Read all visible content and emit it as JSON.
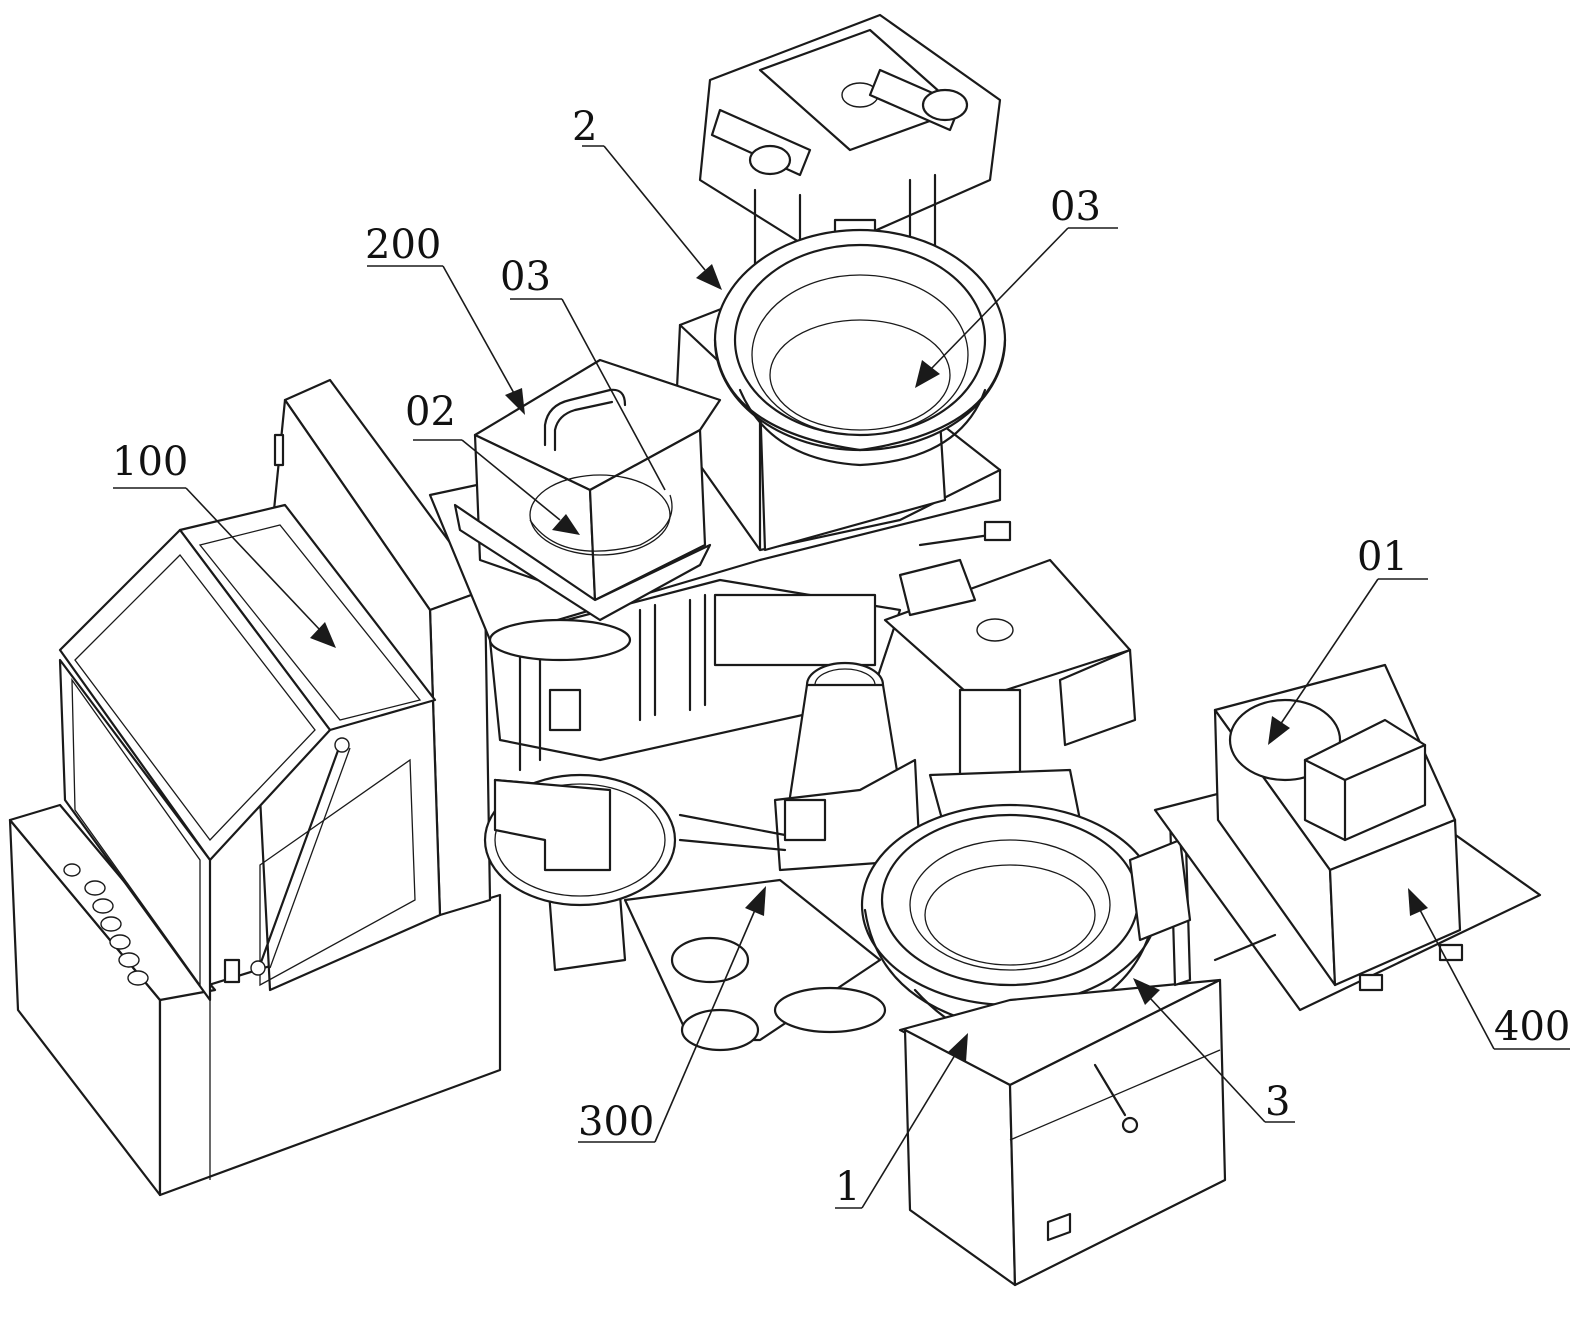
{
  "figure": {
    "type": "isometric mechanical line drawing",
    "subject": "automated bowl feeder / robot workstation assembly"
  },
  "reference_labels": [
    {
      "id": "label-2",
      "text": "2",
      "points_to": "upper bowl feeder assembly"
    },
    {
      "id": "label-03-right",
      "text": "03",
      "points_to": "upper bowl interior"
    },
    {
      "id": "label-200",
      "text": "200",
      "points_to": "handling box with handle"
    },
    {
      "id": "label-03-left",
      "text": "03",
      "points_to": "inner bowl of box unit"
    },
    {
      "id": "label-02",
      "text": "02",
      "points_to": "box unit bowl"
    },
    {
      "id": "label-100",
      "text": "100",
      "points_to": "inspection cabinet lid"
    },
    {
      "id": "label-01",
      "text": "01",
      "points_to": "circular opening on top of unit 400"
    },
    {
      "id": "label-400",
      "text": "400",
      "points_to": "side module with motor housing"
    },
    {
      "id": "label-300",
      "text": "300",
      "points_to": "central robot arm base"
    },
    {
      "id": "label-1",
      "text": "1",
      "points_to": "lower bowl feeder base"
    },
    {
      "id": "label-3",
      "text": "3",
      "points_to": "lower bowl feeder track"
    }
  ]
}
